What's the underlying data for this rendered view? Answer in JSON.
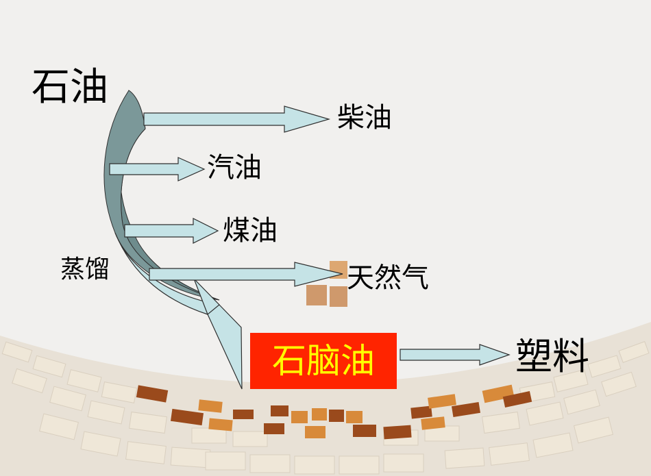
{
  "diagram": {
    "source": "石油",
    "process": "蒸馏",
    "products": {
      "diesel": "柴油",
      "gasoline": "汽油",
      "kerosene": "煤油",
      "natural_gas": "天然气",
      "naphtha": "石脑油"
    },
    "downstream": "塑料"
  },
  "colors": {
    "background": "#f1f0ee",
    "arrow_fill": "#c5e3e6",
    "arrow_stroke": "#2e2e2e",
    "curve_dark": "#6e8c8d",
    "naphtha_box": "#ff2400",
    "naphtha_text": "#ffff00",
    "tile_brown": "#9a4a1c",
    "tile_orange": "#d88a3a",
    "tile_cream": "#efe7d8"
  }
}
